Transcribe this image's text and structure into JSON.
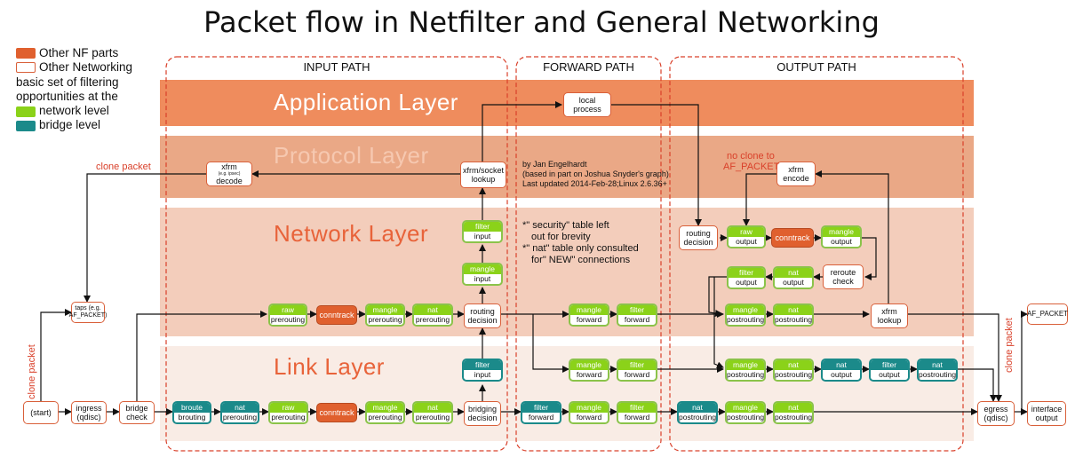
{
  "title": "Packet flow in Netfilter and General Networking",
  "legend": {
    "other_nf": "Other NF parts",
    "other_net": "Other Networking",
    "basic": "basic set of filtering",
    "opportunities": "opportunities at the",
    "network": "network level",
    "bridge": "bridge level"
  },
  "colors": {
    "nf": "#e0602e",
    "green": "#8bd219",
    "teal": "#1b8a8a",
    "app": "#ef8c5d",
    "proto": "#eaa886",
    "net": "#f3cdbb",
    "link": "#f9ece5"
  },
  "paths": {
    "input": "INPUT PATH",
    "forward": "FORWARD PATH",
    "output": "OUTPUT PATH"
  },
  "layers": {
    "app": "Application Layer",
    "proto": "Protocol Layer",
    "net": "Network Layer",
    "link": "Link Layer"
  },
  "nodes": {
    "local_process": [
      "local",
      "process"
    ],
    "xfrm_socket": [
      "xfrm/socket",
      "lookup"
    ],
    "xfrm_decode": [
      "xfrm",
      "(e.g. ipsec)",
      "decode"
    ],
    "xfrm_encode": [
      "xfrm",
      "encode"
    ],
    "taps": [
      "taps (e.g.",
      "AF_PACKET)"
    ],
    "routing_in": [
      "routing",
      "decision"
    ],
    "routing_out": [
      "routing",
      "decision"
    ],
    "reroute": [
      "reroute",
      "check"
    ],
    "xfrm_lookup": [
      "xfrm",
      "lookup"
    ],
    "af_packet": [
      "AF_PACKET"
    ],
    "start": [
      "(start)"
    ],
    "ingress": [
      "ingress",
      "(qdisc)"
    ],
    "bridge_check": [
      "bridge",
      "check"
    ],
    "bridging": [
      "bridging",
      "decision"
    ],
    "egress": [
      "egress",
      "(qdisc)"
    ],
    "iface_out": [
      "interface",
      "output"
    ]
  },
  "chains": {
    "filter": "filter",
    "input": "input",
    "mangle": "mangle",
    "raw": "raw",
    "nat": "nat",
    "output": "output",
    "prerouting": "prerouting",
    "postrouting": "postrouting",
    "forward": "forward",
    "broute": "broute",
    "brouting": "brouting"
  },
  "conntrack": "conntrack",
  "credits": {
    "l1": "by Jan Engelhardt",
    "l2": "(based in part on Joshua Snyder's graph)",
    "l3": "Last updated 2014-Feb-28;Linux 2.6.36+"
  },
  "notes": {
    "n1": "*\" security\" table left",
    "n2": "out for brevity",
    "n3": "*\" nat\" table only consulted",
    "n4": "for\" NEW\" connections"
  },
  "clone_packet": "clone packet",
  "no_clone_1": "no clone to",
  "no_clone_2": "AF_PACKET"
}
